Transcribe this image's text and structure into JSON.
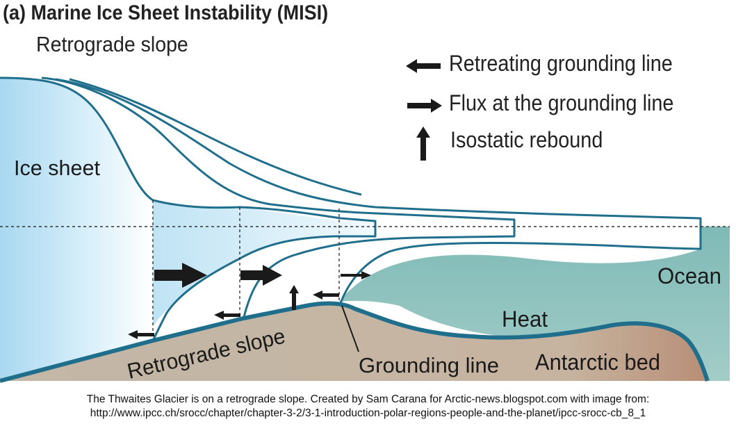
{
  "header": {
    "title": "(a) Marine Ice Sheet Instability (MISI)",
    "subtitle": "Retrograde slope"
  },
  "legend": {
    "items": [
      {
        "icon": "arrow-left-icon",
        "label": "Retreating grounding line"
      },
      {
        "icon": "arrow-right-icon",
        "label": "Flux at the grounding line"
      },
      {
        "icon": "arrow-up-icon",
        "label": "Isostatic rebound"
      }
    ]
  },
  "diagram": {
    "labels": {
      "ice_sheet": "Ice sheet",
      "ocean": "Ocean",
      "heat": "Heat",
      "antarctic_bed": "Antarctic bed",
      "grounding_line": "Grounding line",
      "retrograde_slope": "Retrograde slope"
    },
    "colors": {
      "ice_outline": "#1f6e8c",
      "ice_fill": "#a9d8f0",
      "ocean": "#8cc3bf",
      "bed": "#c2b5a4",
      "arrow": "#1a1a1a"
    }
  },
  "caption": {
    "line1": "The Thwaites Glacier is on a retrograde slope. Created by Sam Carana for Arctic-news.blogspot.com with image from:",
    "line2": "http://www.ipcc.ch/srocc/chapter/chapter-3-2/3-1-introduction-polar-regions-people-and-the-planet/ipcc-srocc-cb_8_1"
  }
}
